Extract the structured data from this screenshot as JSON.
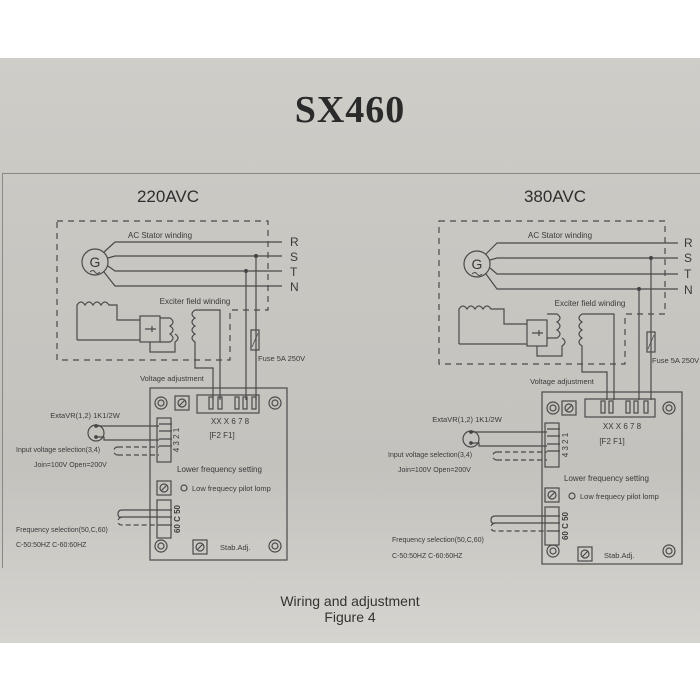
{
  "document": {
    "title": "SX460",
    "caption_line1": "Wiring and adjustment",
    "caption_line2": "Figure 4"
  },
  "panels": [
    {
      "heading": "220AVC",
      "stator_label": "AC Stator winding",
      "phases": [
        "R",
        "S",
        "T",
        "N"
      ],
      "exciter_label": "Exciter field winding",
      "fuse_label": "Fuse 5A 250V",
      "voltage_adj_label": "Voltage adjustment",
      "terminals_label": "XX X  6 7 8",
      "field_label": "[F2 F1]",
      "extvr_label": "ExtaVR(1,2) 1K1/2W",
      "input_sel_label": "Input voltage selection(3,4)",
      "input_sel_values": "Join=100V  Open=200V",
      "pins_label": "4 3 2 1",
      "lower_freq_label": "Lower frequency setting",
      "pilot_lamp_label": "Low frequecy pilot lomp",
      "freq_pins_label": "60 C 50",
      "freq_sel_label": "Frequency selection(50,C,60)",
      "freq_sel_values": "C-50:50HZ  C-60:60HZ",
      "stab_label": "Stab.Adj."
    },
    {
      "heading": "380AVC",
      "stator_label": "AC Stator winding",
      "phases": [
        "R",
        "S",
        "T",
        "N"
      ],
      "exciter_label": "Exciter field winding",
      "fuse_label": "Fuse 5A 250V",
      "voltage_adj_label": "Voltage adjustment",
      "terminals_label": "XX X  6 7 8",
      "field_label": "[F2 F1]",
      "extvr_label": "ExtaVR(1,2) 1K1/2W",
      "input_sel_label": "Input voltage selection(3,4)",
      "input_sel_values": "Join=100V  Open=200V",
      "pins_label": "4 3 2 1",
      "lower_freq_label": "Lower frequency setting",
      "pilot_lamp_label": "Low frequecy pilot lomp",
      "freq_pins_label": "60 C 50",
      "freq_sel_label": "Frequency selection(50,C,60)",
      "freq_sel_values": "C-50:50HZ  C-60:60HZ",
      "stab_label": "Stab.Adj."
    }
  ],
  "colors": {
    "paper": "#c9c7c2",
    "ink": "#3a3a3a",
    "line": "#4a4a4a"
  }
}
